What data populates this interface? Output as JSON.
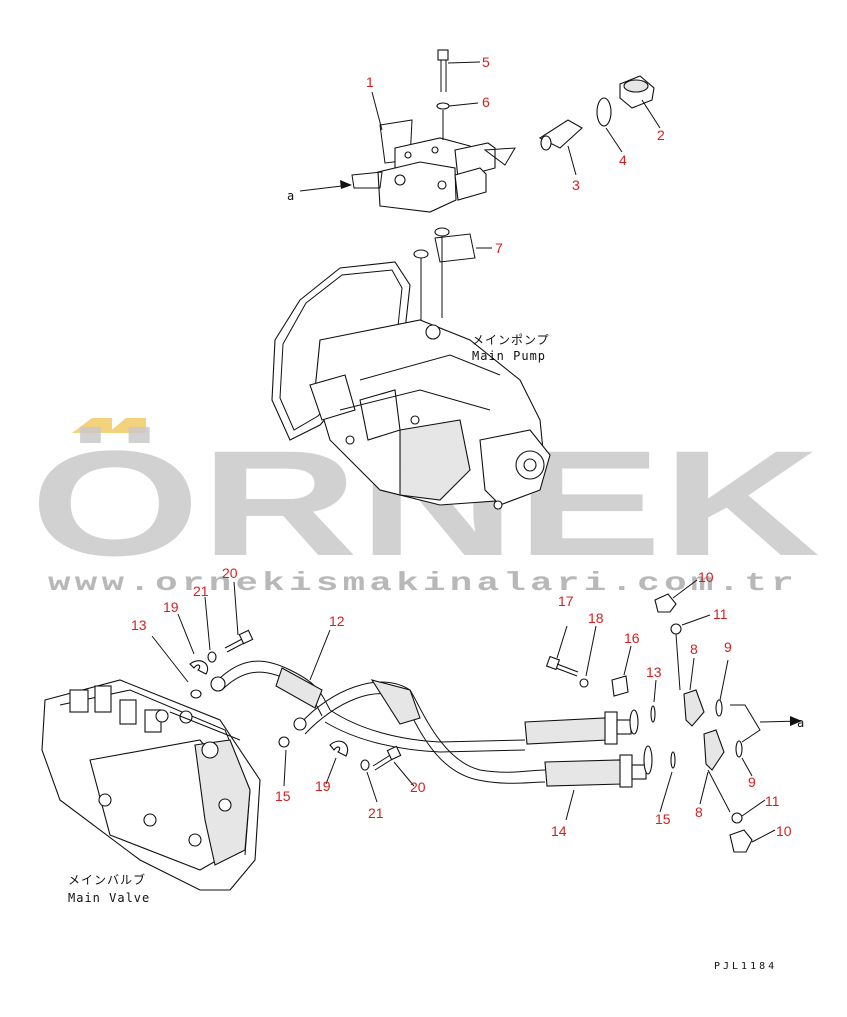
{
  "drawing_code": "PJL1184",
  "labels": {
    "main_pump_jp": "メインポンプ",
    "main_pump_en": "Main Pump",
    "main_valve_jp": "メインバルブ",
    "main_valve_en": "Main Valve",
    "arrow_ref": "a"
  },
  "watermark": {
    "brand": "ÖRNEK",
    "url": "www.ornekismakinalari.com.tr"
  },
  "callouts": [
    "1",
    "2",
    "3",
    "4",
    "5",
    "6",
    "7",
    "8",
    "8",
    "9",
    "9",
    "10",
    "10",
    "11",
    "11",
    "12",
    "13",
    "13",
    "14",
    "15",
    "15",
    "16",
    "17",
    "18",
    "19",
    "19",
    "20",
    "20",
    "21",
    "21"
  ],
  "colors": {
    "callout": "#d62020",
    "line": "#111111",
    "watermark": "#c9c9c9",
    "watermark_accent": "#f2d27a"
  }
}
